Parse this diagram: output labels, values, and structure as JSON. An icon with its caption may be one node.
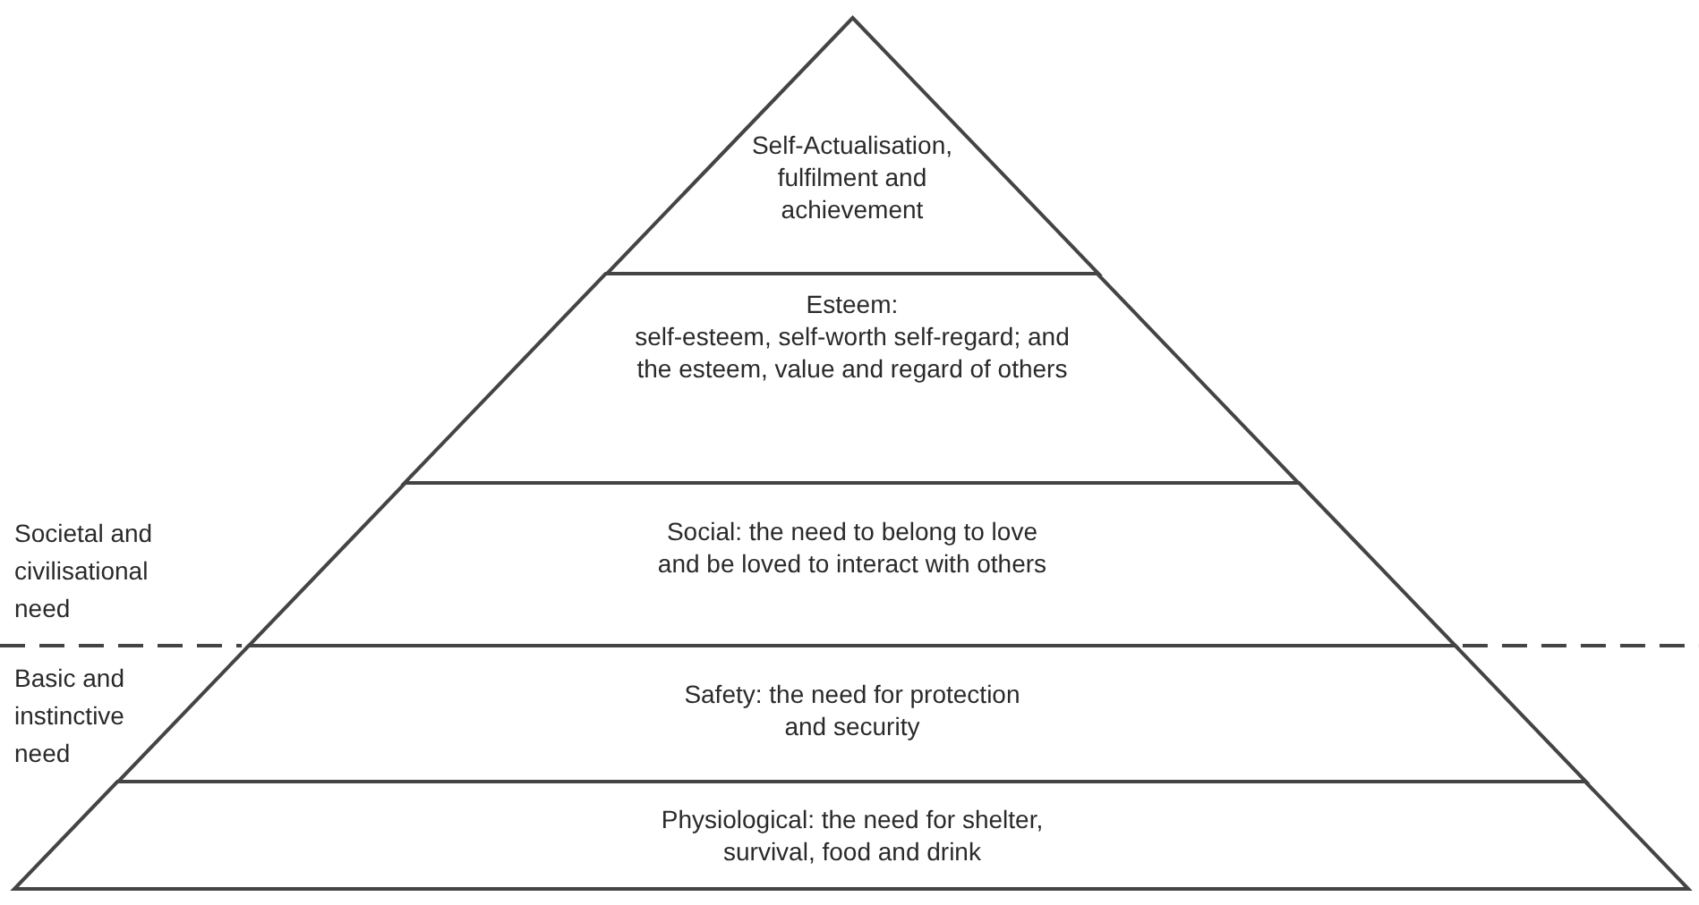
{
  "diagram": {
    "nodes": [
      {
        "text": [
          "Self-Actualisation, fulfilment and achievement"
        ]
      },
      {
        "text": [
          "Esteem:",
          "self-esteem, self-worth self-regard; and the esteem, value and regard of others"
        ]
      },
      {
        "text": [
          "Social: the need to belong to love and be loved to interact with others"
        ]
      },
      {
        "text": [
          "Safety: the need for protection and security"
        ]
      },
      {
        "text": [
          "Physiological: the need for shelter, survival, food and drink"
        ]
      }
    ],
    "edges": [],
    "labels": [
      "Societal and civilisational need",
      "Basic and instinctive need"
    ]
  }
}
